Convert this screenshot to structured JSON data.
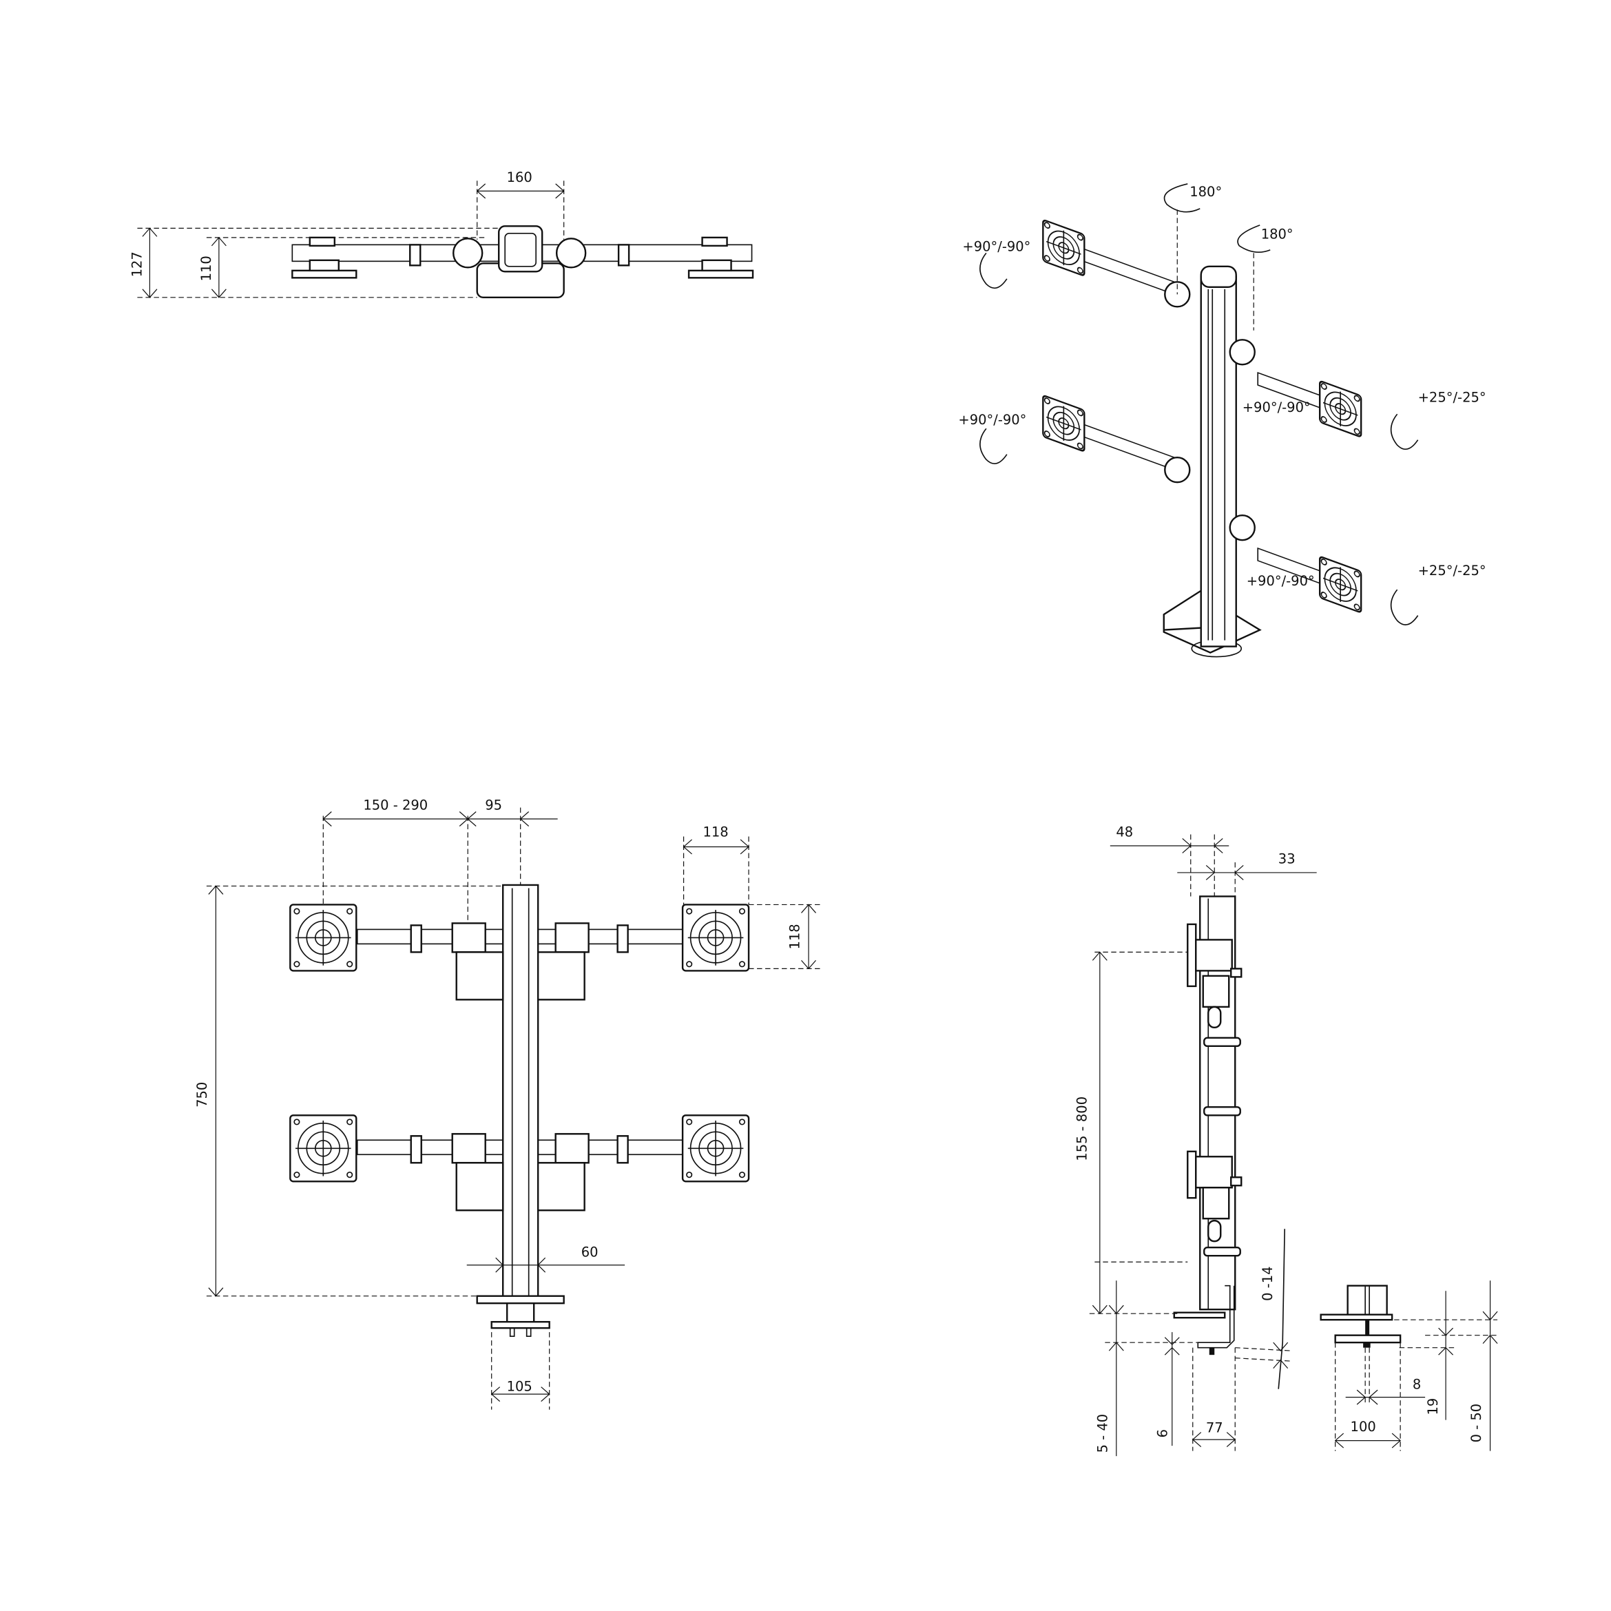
{
  "top_view": {
    "dims": {
      "width_center": "160",
      "depth_total": "127",
      "depth_arm": "110"
    }
  },
  "iso_view": {
    "rotations": {
      "pole_upper_left": "180°",
      "pole_upper_right": "180°",
      "tilt_upper_left": "+90°/-90°",
      "tilt_lower_left": "+90°/-90°",
      "tilt_upper_right": "+90°/-90°",
      "tilt_lower_right": "+90°/-90°",
      "swivel_upper_right": "+25°/-25°",
      "swivel_lower_right": "+25°/-25°"
    }
  },
  "front_view": {
    "dims": {
      "arm_reach": "150 - 290",
      "joint_offset": "95",
      "vesa_width": "118",
      "vesa_height": "118",
      "total_height": "750",
      "pole_width": "60",
      "clamp_width": "105"
    }
  },
  "side_view": {
    "dims": {
      "plate_offset": "48",
      "pole_depth": "33",
      "height_range": "155 - 800",
      "desk_gap": "0 -14",
      "desk_thickness": "5 - 40",
      "plate_thickness": "6",
      "clamp_depth": "77",
      "grommet_width": "100",
      "bolt_diameter": "8",
      "grommet_plate": "19",
      "grommet_thickness": "0 - 50"
    }
  }
}
